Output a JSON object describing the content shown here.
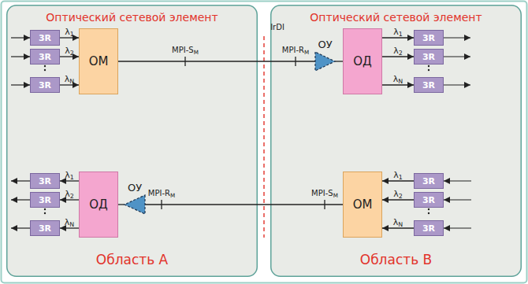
{
  "diagram": {
    "nodes": [
      {
        "text": [
          "Оптический сетевой элемент",
          "Область А"
        ]
      },
      {
        "text": [
          "Оптический сетевой элемент",
          "Область В"
        ]
      },
      {
        "text": [
          "3R"
        ],
        "in": 0
      },
      {
        "text": [
          "3R"
        ],
        "in": 0
      },
      {
        "text": [
          "3R"
        ],
        "in": 0
      },
      {
        "text": [
          "ОМ"
        ],
        "in": 0
      },
      {
        "text": [
          "ОД"
        ],
        "in": 0
      },
      {
        "text": [
          "ОУ"
        ],
        "in": 0
      },
      {
        "text": [
          "3R"
        ],
        "in": 0
      },
      {
        "text": [
          "3R"
        ],
        "in": 0
      },
      {
        "text": [
          "3R"
        ],
        "in": 0
      },
      {
        "text": [
          "ОУ"
        ],
        "in": 1
      },
      {
        "text": [
          "ОД"
        ],
        "in": 1
      },
      {
        "text": [
          "3R"
        ],
        "in": 1
      },
      {
        "text": [
          "3R"
        ],
        "in": 1
      },
      {
        "text": [
          "3R"
        ],
        "in": 1
      },
      {
        "text": [
          "ОМ"
        ],
        "in": 1
      },
      {
        "text": [
          "3R"
        ],
        "in": 1
      },
      {
        "text": [
          "3R"
        ],
        "in": 1
      },
      {
        "text": [
          "3R"
        ],
        "in": 1
      }
    ],
    "edges": [
      {
        "from": 2,
        "to": 5,
        "arrow": "to",
        "label": "λ1"
      },
      {
        "from": 3,
        "to": 5,
        "arrow": "to",
        "label": "λ2"
      },
      {
        "from": 4,
        "to": 5,
        "arrow": "to",
        "label": "λN"
      },
      {
        "from": 5,
        "to": 11,
        "arrow": "none"
      },
      {
        "from": 11,
        "to": 12,
        "arrow": "none"
      },
      {
        "from": 12,
        "to": 13,
        "arrow": "to",
        "label": "λ1"
      },
      {
        "from": 12,
        "to": 14,
        "arrow": "to",
        "label": "λ2"
      },
      {
        "from": 12,
        "to": 15,
        "arrow": "to",
        "label": "λN"
      },
      {
        "from": 17,
        "to": 16,
        "arrow": "to",
        "label": "λ1"
      },
      {
        "from": 18,
        "to": 16,
        "arrow": "to",
        "label": "λ2"
      },
      {
        "from": 19,
        "to": 16,
        "arrow": "to",
        "label": "λN"
      },
      {
        "from": 16,
        "to": 7,
        "arrow": "none"
      },
      {
        "from": 7,
        "to": 6,
        "arrow": "none"
      },
      {
        "from": 6,
        "to": 8,
        "arrow": "to",
        "label": "λ1"
      },
      {
        "from": 6,
        "to": 9,
        "arrow": "to",
        "label": "λ2"
      },
      {
        "from": 6,
        "to": 10,
        "arrow": "to",
        "label": "λN"
      }
    ],
    "labels": [
      "IrDI",
      "MPI-SM",
      "MPI-RM",
      "MPI-RM",
      "MPI-SM"
    ]
  }
}
